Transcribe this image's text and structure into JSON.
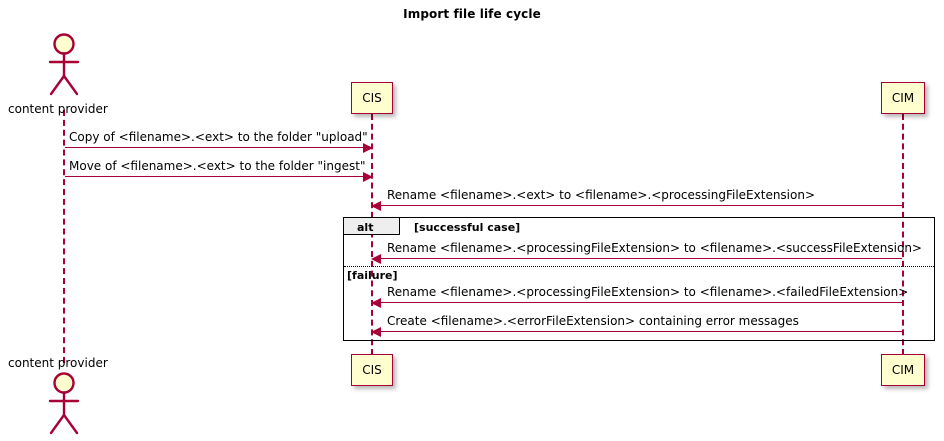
{
  "diagram": {
    "title": "Import file life cycle",
    "type": "uml-sequence-diagram",
    "colors": {
      "accent": "#A80036",
      "participant_fill": "#FEFECE",
      "fragment_border": "#000000",
      "fragment_tab_fill": "#EEEEEE",
      "background": "#FFFFFF"
    },
    "participants": [
      {
        "id": "actor",
        "label": "content provider",
        "kind": "actor"
      },
      {
        "id": "cis",
        "label": "CIS",
        "kind": "participant"
      },
      {
        "id": "cim",
        "label": "CIM",
        "kind": "participant"
      }
    ],
    "messages": [
      {
        "id": "m1",
        "from": "actor",
        "to": "cis",
        "direction": "right",
        "text": "Copy of <filename>.<ext> to the folder \"upload\""
      },
      {
        "id": "m2",
        "from": "actor",
        "to": "cis",
        "direction": "right",
        "text": "Move of <filename>.<ext> to the folder \"ingest\""
      },
      {
        "id": "m3",
        "from": "cim",
        "to": "cis",
        "direction": "left",
        "text": "Rename <filename>.<ext> to <filename>.<processingFileExtension>"
      },
      {
        "id": "m4",
        "from": "cim",
        "to": "cis",
        "direction": "left",
        "text": "Rename <filename>.<processingFileExtension> to <filename>.<successFileExtension>"
      },
      {
        "id": "m5",
        "from": "cim",
        "to": "cis",
        "direction": "left",
        "text": "Rename <filename>.<processingFileExtension> to <filename>.<failedFileExtension>"
      },
      {
        "id": "m6",
        "from": "cim",
        "to": "cis",
        "direction": "left",
        "text": "Create <filename>.<errorFileExtension> containing error messages"
      }
    ],
    "fragment": {
      "operator": "alt",
      "guards": [
        {
          "id": "g1",
          "label": "[successful case]"
        },
        {
          "id": "g2",
          "label": "[failure]"
        }
      ]
    }
  }
}
